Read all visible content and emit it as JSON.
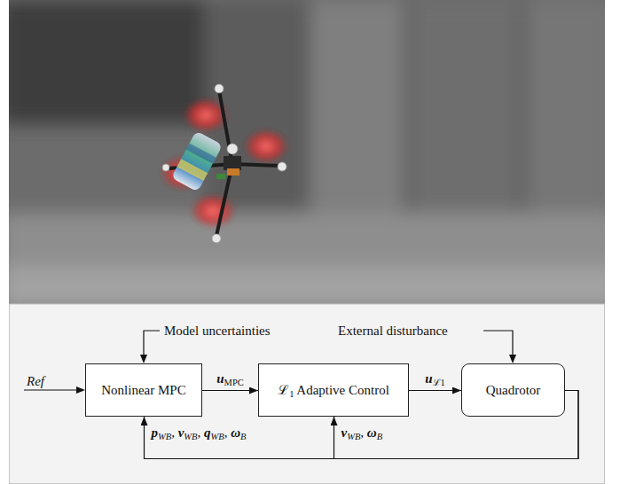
{
  "diagram": {
    "nodes": [
      {
        "text": [
          "Nonlinear MPC"
        ]
      },
      {
        "text": [
          "ℒ1 Adaptive Control"
        ]
      },
      {
        "text": [
          "Quadrotor"
        ]
      }
    ],
    "edges": [
      {
        "from": 0,
        "to": 1,
        "arrow": "to",
        "label": "uMPC"
      },
      {
        "from": 1,
        "to": 2,
        "arrow": "to",
        "label": "uℒ1"
      },
      {
        "from": 2,
        "to": 0,
        "arrow": "to",
        "label": "pWB, vWB, qWB, ωB"
      },
      {
        "from": 2,
        "to": 1,
        "arrow": "to",
        "label": "vWB, ωB"
      }
    ],
    "labels": [
      "Ref",
      "Model uncertainties",
      "External disturbance"
    ]
  }
}
